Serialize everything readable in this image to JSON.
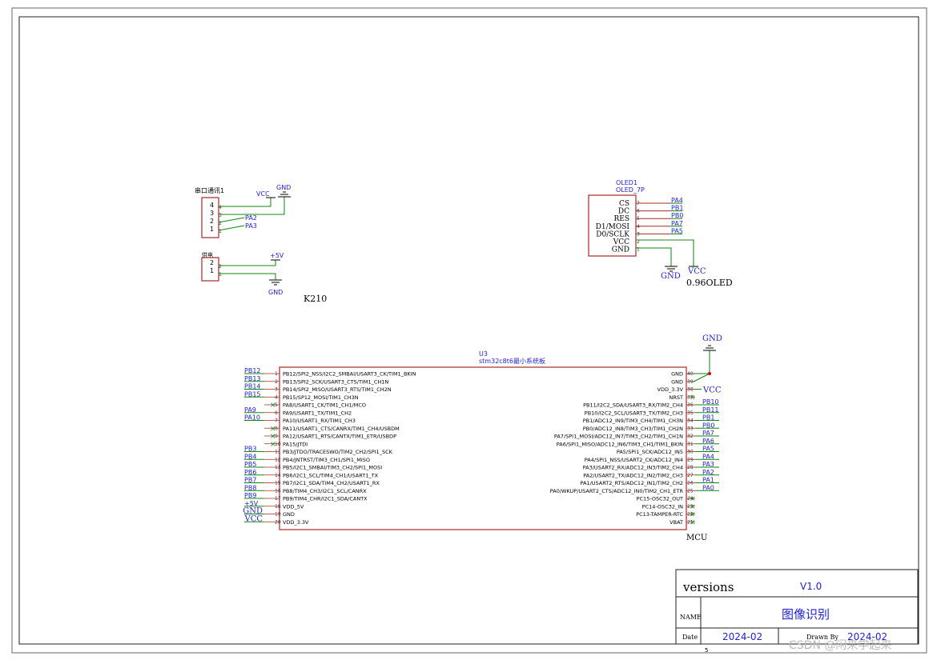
{
  "serial": {
    "label": "串口通讯1",
    "pins": [
      "4",
      "3",
      "2",
      "1"
    ],
    "pin_nums": [
      "4",
      "3",
      "2",
      "1"
    ],
    "net_vcc": "VCC",
    "net_gnd": "GND",
    "net_pa2": "PA2",
    "net_pa3": "PA3"
  },
  "power": {
    "label": "供电",
    "pins": [
      "2",
      "1"
    ],
    "pin_nums": [
      "2",
      "1"
    ],
    "net_5v": "+5V",
    "net_gnd": "GND"
  },
  "k210_label": "K210",
  "oled": {
    "ref": "OLED1",
    "part": "OLED_7P",
    "name": "0.96OLED",
    "pins": [
      "CS",
      "DC",
      "RES",
      "D1/MOSI",
      "D0/SCLK",
      "VCC",
      "GND"
    ],
    "pin_nums": [
      "7",
      "6",
      "5",
      "4",
      "3",
      "2",
      "1"
    ],
    "nets": [
      "PA4",
      "PB1",
      "PB0",
      "PA7",
      "PA5"
    ],
    "net_gnd": "GND",
    "net_vcc": "VCC"
  },
  "mcu": {
    "ref": "U3",
    "part": "stm32c8t6最小系统板",
    "name": "MCU",
    "left_pins": [
      "PB12/SPI2_NSS/I2C2_SMBAI/USART3_CK/TIM1_BKIN",
      "PB13/SPI2_SCK/USART3_CTS/TIM1_CH1N",
      "PB14/SPI2_MISO/USART3_RTS/TIM1_CH2N",
      "PB15/SP12_MOSI/TIM1_CH3N",
      "PA8/USART1_CK/TIM1_CH1/MCO",
      "PA9/USART1_TX/TIM1_CH2",
      "PA10/USART1_RX/TIM1_CH3",
      "PA11/USART1_CTS/CANRX/TIM1_CH4/USBDM",
      "PA12/USART1_RTS/CANTX/TIM1_ETR/USBDP",
      "PA15/JTDI",
      "PB3/JTDO/TRACESWO/TIM2_CH2/SPI1_SCK",
      "PB4/JNTRST/TIM3_CH1/SPI1_MISO",
      "PB5/I2C1_SMBAI/TIM3_CH2/SPI1_MOSI",
      "PB6/I2C1_SCL/TIM4_CH1/USART1_TX",
      "PB7/I2C1_SDA/TIM4_CH2/USART1_RX",
      "PB8/TIM4_CH3/I2C1_SCL/CANRX",
      "PB9/TIM4_CHR/I2C1_SDA/CANTX",
      "VDD_5V",
      "GND",
      "VDD_3.3V"
    ],
    "left_nums": [
      "1",
      "2",
      "3",
      "4",
      "5",
      "6",
      "7",
      "8",
      "9",
      "10",
      "11",
      "12",
      "13",
      "14",
      "15",
      "16",
      "17",
      "18",
      "19",
      "20"
    ],
    "left_nets": [
      "PB12",
      "PB13",
      "PB14",
      "PB15",
      "",
      "PA9",
      "PA10",
      "",
      "",
      "",
      "PB3",
      "PB4",
      "PB5",
      "PB6",
      "PB7",
      "PB8",
      "PB9",
      "+5V",
      "GND",
      "VCC"
    ],
    "right_pins": [
      "GND",
      "GND",
      "VDD_3.3V",
      "NRST",
      "PB11/I2C2_SDA/USART3_RX/TIM2_CH4",
      "PB10/I2C2_SCL/USART3_TX/TIM2_CH3",
      "PB1/ADC12_IN9/TIM3_CH4/TIM1_CH3N",
      "PB0/ADC12_IN8/TIM3_CH3/TIM1_CH2N",
      "PA7/SPI1_MOSI/ADC12_IN7/TIM3_CH2/TIM1_CH1N",
      "PA6/SPI1_MISO/ADC12_IN6/TIM3_CH1/TIM1_BKIN",
      "PA5/SPI1_SCK/ADC12_IN5",
      "PA4/SPI1_NSS/USART2_CK/ADC12_IN4",
      "PA3/USART2_RX/ADC12_IN3/TIM2_CH4",
      "PA2/USART2_TX/ADC12_IN2/TIM2_CH3",
      "PA1/USART2_RTS/ADC12_IN1/TIM2_CH2",
      "PA0/WKUP/USART2_CTS/ADC12_IN0/TIM2_CH1_ETR",
      "PC15-OSC32_OUT",
      "PC14-OSC32_IN",
      "PC13-TAMPER-RTC",
      "VBAT"
    ],
    "right_nums": [
      "40",
      "39",
      "38",
      "37",
      "36",
      "35",
      "34",
      "33",
      "32",
      "31",
      "30",
      "29",
      "28",
      "27",
      "26",
      "25",
      "24",
      "23",
      "22",
      "21"
    ],
    "right_nets": [
      "",
      "",
      "VCC",
      "",
      "PB10",
      "PB11",
      "PB1",
      "PB0",
      "PA7",
      "PA6",
      "PA5",
      "PA4",
      "PA3",
      "PA2",
      "PA1",
      "PA0",
      "",
      "",
      "",
      ""
    ],
    "gnd_top": "GND"
  },
  "title_block": {
    "versions_label": "versions",
    "version": "V1.0",
    "name_label": "NAME",
    "name": "图像识别",
    "date_label": "Date",
    "date": "2024-02",
    "drawn_label": "Drawn By",
    "drawn": "2024-02",
    "sheet": "5"
  },
  "watermark": "CSDN @闲来学起来",
  "colors": {
    "wire": "#0b8a0b",
    "part": "#a52a2a",
    "net": "#2222cc",
    "text": "#000000"
  }
}
